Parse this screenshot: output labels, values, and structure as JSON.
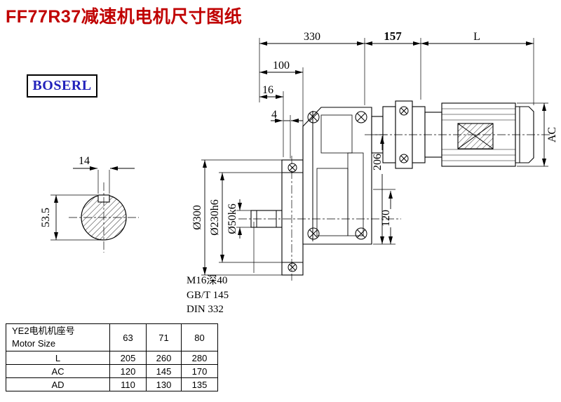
{
  "page": {
    "title": "FF77R37减速机电机尺寸图纸",
    "brand": "BOSERL"
  },
  "colors": {
    "title_red": "#c00000",
    "brand_blue": "#2222bb",
    "line_black": "#000000"
  },
  "dims": {
    "len_330": "330",
    "len_157": "157",
    "len_L": "L",
    "len_100": "100",
    "len_16": "16",
    "len_4": "4",
    "ac": "AC",
    "h_206": "206",
    "h_120": "120",
    "dia_300": "Ø300",
    "dia_230": "Ø230h6",
    "dia_50": "Ø50k6",
    "key_14": "14",
    "key_53_5": "53.5",
    "thread": "M16深40",
    "std_gb": "GB/T 145",
    "std_din": "DIN 332"
  },
  "table": {
    "header": {
      "label_cn": "YE2电机机座号",
      "label_en": "Motor Size",
      "sizes": [
        "63",
        "71",
        "80"
      ]
    },
    "rows": [
      {
        "label": "L",
        "values": [
          "205",
          "260",
          "280"
        ]
      },
      {
        "label": "AC",
        "values": [
          "120",
          "145",
          "170"
        ]
      },
      {
        "label": "AD",
        "values": [
          "110",
          "130",
          "135"
        ]
      }
    ]
  }
}
